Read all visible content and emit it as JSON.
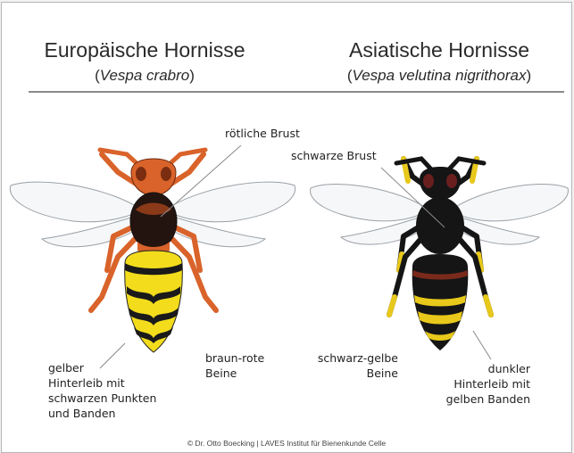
{
  "left": {
    "title": "Europäische Hornisse",
    "sci_open": "(",
    "sci_name": "Vespa crabro",
    "sci_close": ")"
  },
  "right": {
    "title": "Asiatische Hornisse",
    "sci_open": "(",
    "sci_name": "Vespa velutina nigrithorax",
    "sci_close": ")"
  },
  "labels": {
    "roetliche_brust": "rötliche Brust",
    "schwarze_brust": "schwarze Brust",
    "gelber_hinterleib": [
      "gelber",
      "Hinterleib mit",
      "schwarzen Punkten",
      "und Banden"
    ],
    "braun_rote_beine": [
      "braun-rote",
      "Beine"
    ],
    "schwarz_gelbe_beine": [
      "schwarz-gelbe",
      "Beine"
    ],
    "dunkler_hinterleib": [
      "dunkler",
      "Hinterleib mit",
      "gelben Banden"
    ]
  },
  "credit": "© Dr. Otto Boecking | LAVES Institut für Bienenkunde Celle",
  "colors": {
    "european_red": "#d9632a",
    "european_yellow": "#f2dc1c",
    "asian_black": "#151515",
    "asian_yellow": "#e8c81a",
    "wing": "#f6f7f9"
  }
}
